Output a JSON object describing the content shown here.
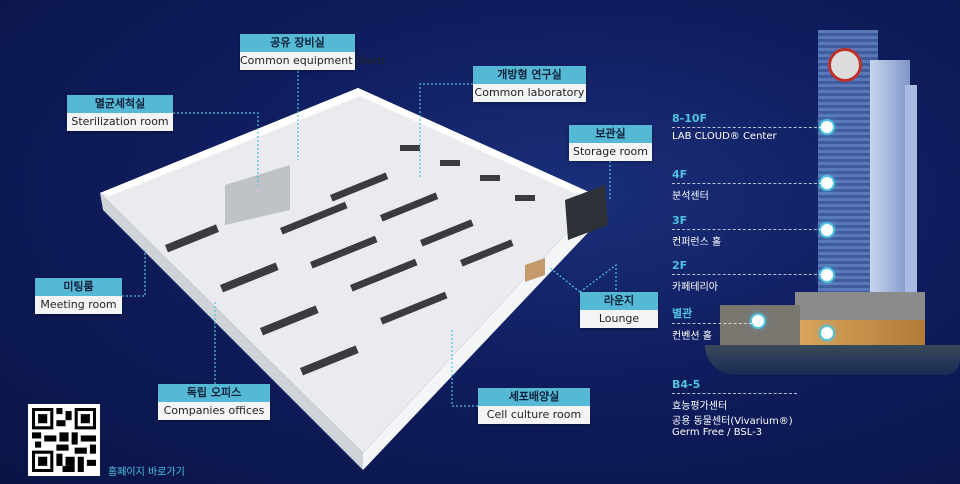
{
  "rooms": [
    {
      "ko": "공유 장비실",
      "en": "Common equipment room"
    },
    {
      "ko": "멸균세척실",
      "en": "Sterilization room"
    },
    {
      "ko": "개방형 연구실",
      "en": "Common laboratory"
    },
    {
      "ko": "보관실",
      "en": "Storage room"
    },
    {
      "ko": "미팅룸",
      "en": "Meeting room"
    },
    {
      "ko": "라운지",
      "en": "Lounge"
    },
    {
      "ko": "독립 오피스",
      "en": "Companies offices"
    },
    {
      "ko": "세포배양실",
      "en": "Cell culture room"
    }
  ],
  "floors": [
    {
      "floor": "8-10F",
      "desc": [
        "LAB CLOUD® Center"
      ]
    },
    {
      "floor": "4F",
      "desc": [
        "분석센터"
      ]
    },
    {
      "floor": "3F",
      "desc": [
        "컨퍼런스 홀"
      ]
    },
    {
      "floor": "2F",
      "desc": [
        "카페테리아"
      ]
    },
    {
      "floor": "별관",
      "desc": [
        "컨벤션 홀"
      ]
    },
    {
      "floor": "B4-5",
      "desc": [
        "효능평가센터",
        "공용 동물센터(Vivarium®)",
        "Germ Free / BSL-3"
      ]
    }
  ],
  "qr": {
    "label": "홈페이지 바로가기"
  },
  "colors": {
    "accent": "#55b9d6",
    "background": "#0f1d5e"
  }
}
